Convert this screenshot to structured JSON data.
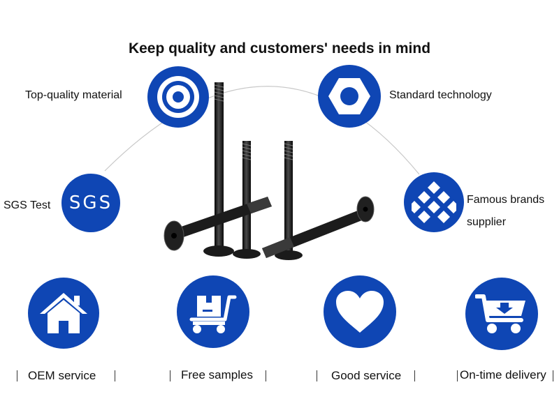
{
  "title": "Keep quality and customers' needs in mind",
  "features": {
    "top_left": {
      "label": "Top-quality material",
      "icon": "target-icon"
    },
    "top_right": {
      "label": "Standard technology",
      "icon": "hex-nut-icon"
    },
    "mid_left": {
      "label": "SGS Test",
      "badge": "SGS",
      "icon": "sgs-icon"
    },
    "mid_right": {
      "label_line1": "Famous brands",
      "label_line2": "supplier",
      "icon": "diamond-grid-icon"
    }
  },
  "services": [
    {
      "label": "OEM service",
      "icon": "house-icon"
    },
    {
      "label": "Free samples",
      "icon": "package-cart-icon"
    },
    {
      "label": "Good service",
      "icon": "heart-icon"
    },
    {
      "label": "On-time delivery",
      "icon": "shopping-cart-icon"
    }
  ],
  "colors": {
    "accent": "#0f46b4",
    "product": "#1a1a1a",
    "background": "#ffffff"
  }
}
